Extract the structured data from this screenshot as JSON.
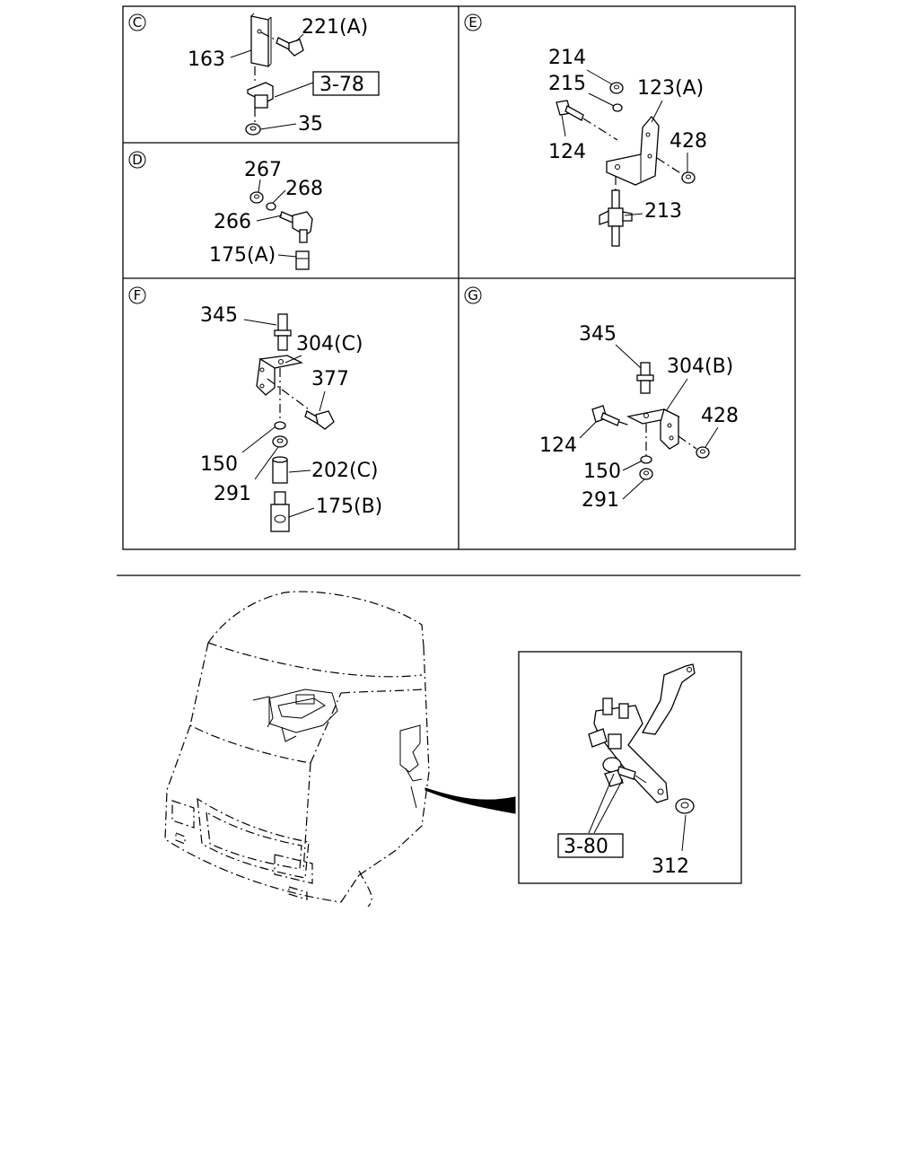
{
  "panels": {
    "C": {
      "letter": "C",
      "labels": {
        "p163": "163",
        "p221a": "221(A)",
        "ref": "3-78",
        "p35": "35"
      }
    },
    "D": {
      "letter": "D",
      "labels": {
        "p267": "267",
        "p268": "268",
        "p266": "266",
        "p175a": "175(A)"
      }
    },
    "E": {
      "letter": "E",
      "labels": {
        "p214": "214",
        "p215": "215",
        "p123a": "123(A)",
        "p124": "124",
        "p428": "428",
        "p213": "213"
      }
    },
    "F": {
      "letter": "F",
      "labels": {
        "p345": "345",
        "p304c": "304(C)",
        "p377": "377",
        "p150": "150",
        "p291": "291",
        "p202c": "202(C)",
        "p175b": "175(B)"
      }
    },
    "G": {
      "letter": "G",
      "labels": {
        "p345": "345",
        "p304b": "304(B)",
        "p428": "428",
        "p124": "124",
        "p150": "150",
        "p291": "291"
      }
    }
  },
  "detail": {
    "ref": "3-80",
    "p312": "312"
  }
}
